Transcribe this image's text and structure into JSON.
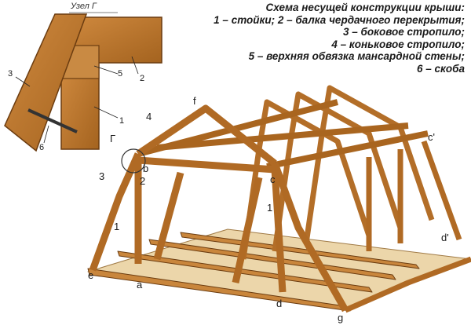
{
  "legend": {
    "title": "Схема несущей конструкции крыши:",
    "lines": [
      "1 – стойки; 2 – балка чердачного перекрытия;",
      "3 – боковое стропило;",
      "4 – коньковое стропило;",
      "5 – верхняя обвязка мансардной стены;",
      "6 – скоба"
    ]
  },
  "inset": {
    "title": "Узел Г",
    "labels": [
      "3",
      "5",
      "2",
      "1",
      "6"
    ]
  },
  "main_labels": {
    "f": "f",
    "node_g": "Г",
    "b": "b",
    "n4": "4",
    "n2": "2",
    "n3": "3",
    "n1a": "1",
    "n1b": "1",
    "c": "c",
    "c_prime": "c'",
    "d_prime": "d'",
    "e": "e",
    "a": "a",
    "d": "d",
    "g": "g"
  },
  "colors": {
    "timber": "#b8732e",
    "timber_dark": "#7a4414",
    "timber_light": "#d69a52",
    "floor": "#e8cfa0",
    "grain": "#8a5a2b"
  }
}
